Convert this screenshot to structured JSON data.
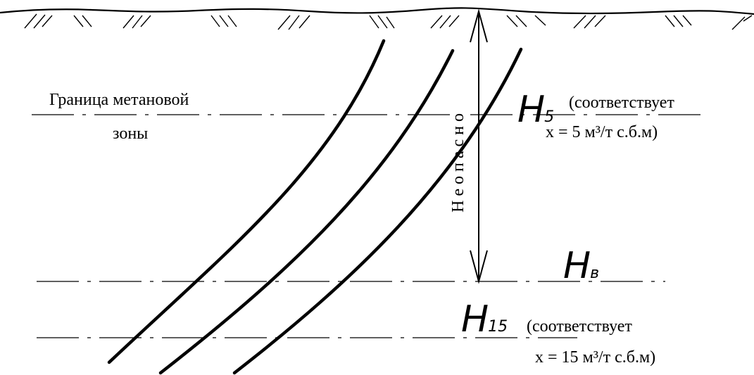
{
  "labels": {
    "boundary_line1": "Граница метановой",
    "boundary_line2": "зоны",
    "h5_main": "H",
    "h5_sub": "5",
    "h5_note": "(соответствует",
    "h5_value": "x = 5 м³/т с.б.м)",
    "danger": "Неопасно",
    "hb_main": "H",
    "hb_sub": "в",
    "h15_main": "H",
    "h15_sub": "15",
    "h15_note": "(соответствует",
    "h15_value": "x = 15 м³/т с.б.м)"
  },
  "colors": {
    "ink": "#000000",
    "background": "#ffffff"
  }
}
